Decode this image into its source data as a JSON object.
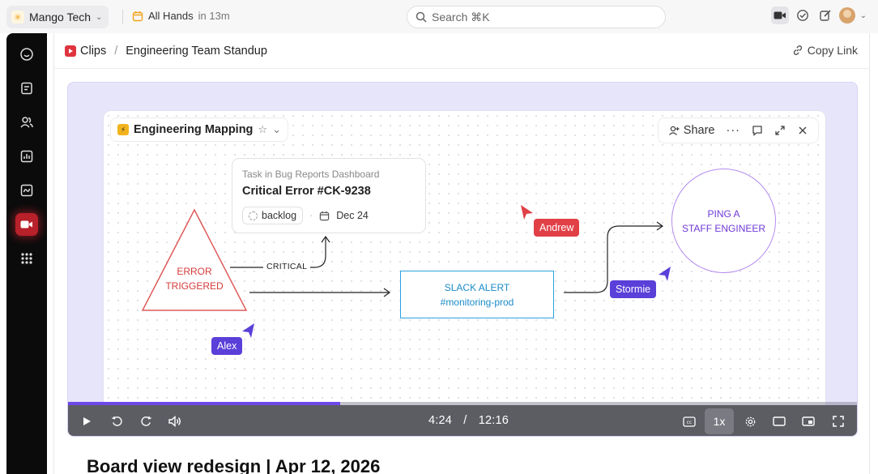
{
  "topbar": {
    "workspace_name": "Mango Tech",
    "meeting_title": "All Hands",
    "meeting_time": "in 13m",
    "search_placeholder": "Search ⌘K"
  },
  "breadcrumb": {
    "section": "Clips",
    "separator": "/",
    "current": "Engineering Team Standup",
    "copy_link_label": "Copy Link"
  },
  "board": {
    "title": "Engineering Mapping",
    "share_label": "Share",
    "task_card": {
      "subtitle": "Task in Bug Reports Dashboard",
      "title": "Critical Error #CK-9238",
      "status": "backlog",
      "date": "Dec 24"
    },
    "error_label_line1": "ERROR",
    "error_label_line2": "TRIGGERED",
    "critical_label": "CRITICAL",
    "slack_line1": "SLACK ALERT",
    "slack_line2": "#monitoring-prod",
    "ping_line1": "PING A",
    "ping_line2": "STAFF ENGINEER",
    "cursors": {
      "andrew": "Andrew",
      "stormie": "Stormie",
      "alex": "Alex"
    }
  },
  "player": {
    "current_time": "4:24",
    "time_separator": "/",
    "duration": "12:16",
    "speed": "1x",
    "progress_fraction": 0.344
  },
  "document": {
    "title": "Board view redesign | Apr 12, 2026"
  },
  "colors": {
    "record_red": "#e0343f",
    "progress_purple": "#6d48e8",
    "error_red": "#e0343f",
    "slack_blue": "#2aa3e0",
    "ping_purple": "#b48cf0",
    "cursor_red": "#e14047",
    "cursor_purple": "#5b3fd9"
  }
}
